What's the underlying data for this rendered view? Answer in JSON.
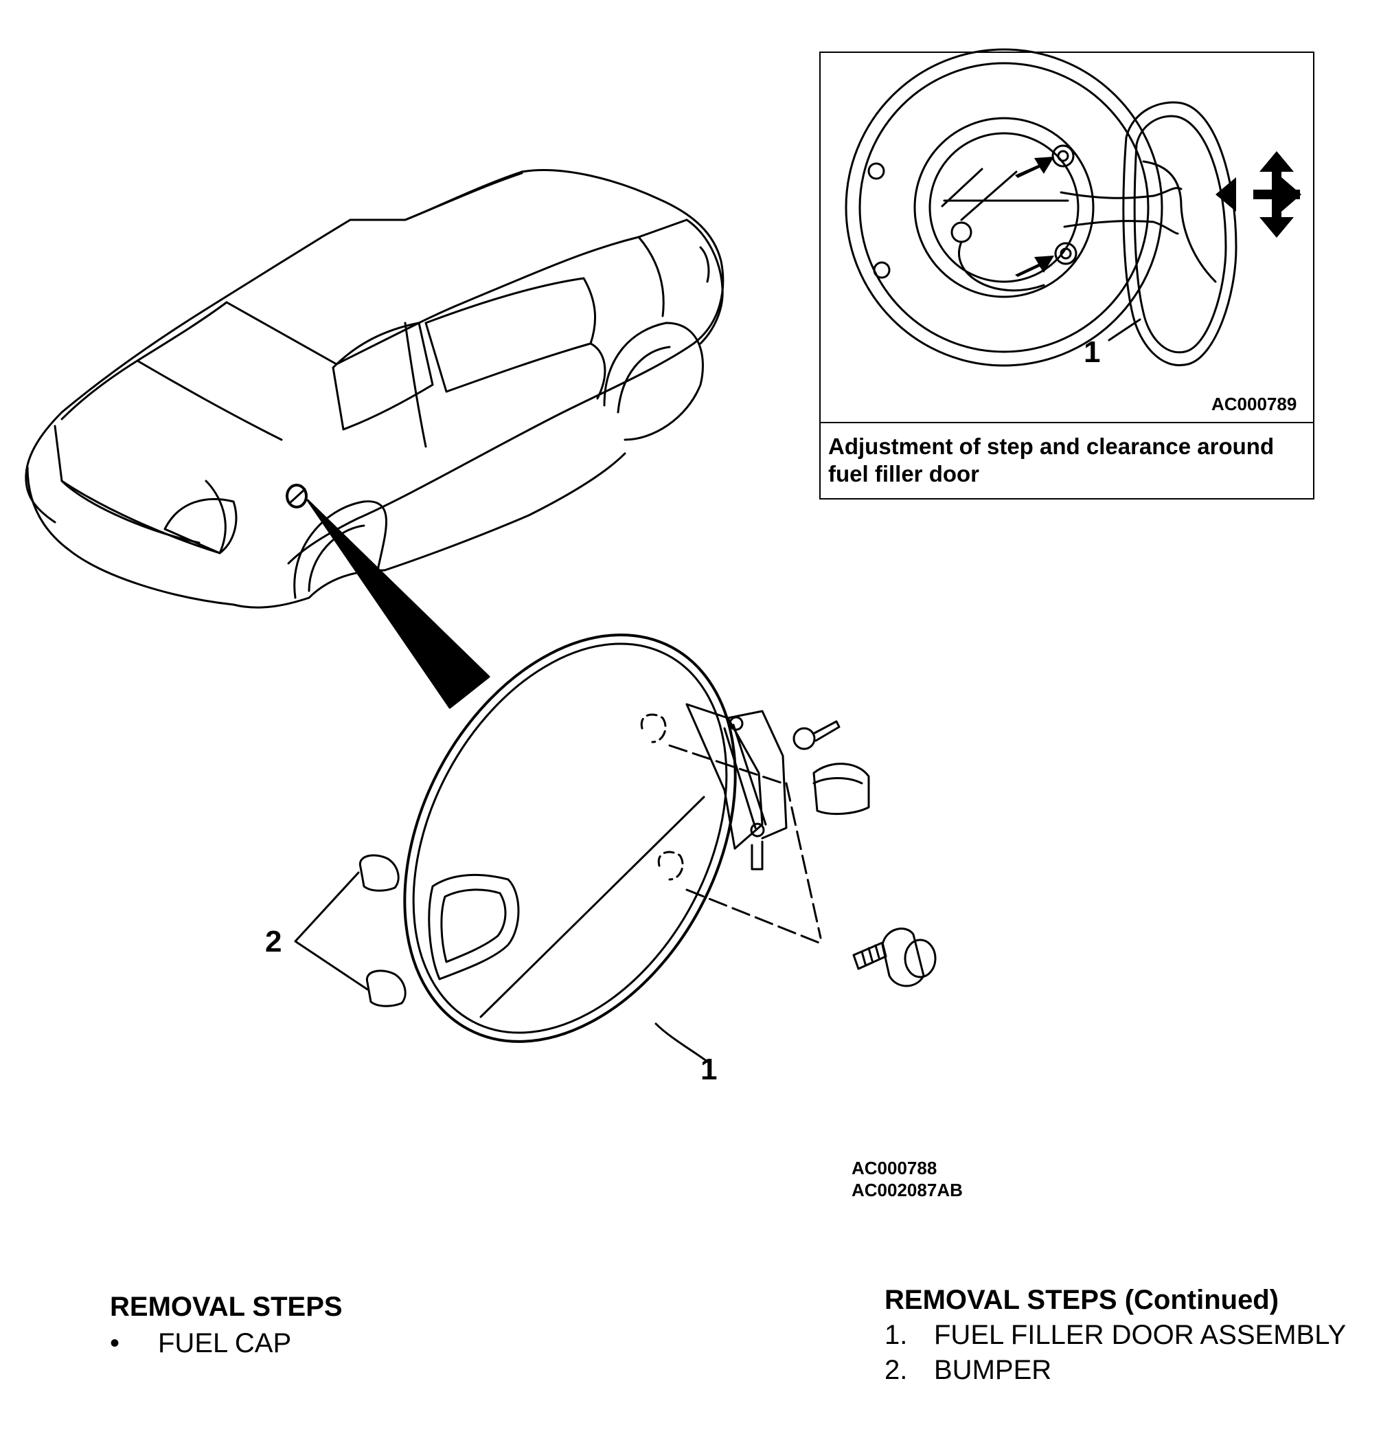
{
  "main_figure": {
    "callouts": [
      {
        "number": "1",
        "label": "FUEL FILLER DOOR ASSEMBLY"
      },
      {
        "number": "2",
        "label": "BUMPER"
      }
    ],
    "figure_codes": [
      "AC000788",
      "AC002087AB"
    ]
  },
  "inset": {
    "callout": "1",
    "figure_code": "AC000789",
    "caption": "Adjustment of step and clearance around fuel filler door"
  },
  "removal_steps": {
    "title": "REMOVAL STEPS",
    "items": [
      {
        "marker": "•",
        "label": "FUEL CAP"
      }
    ]
  },
  "removal_steps_continued": {
    "title": "REMOVAL STEPS (Continued)",
    "items": [
      {
        "marker": "1.",
        "label": "FUEL FILLER DOOR ASSEMBLY"
      },
      {
        "marker": "2.",
        "label": "BUMPER"
      }
    ]
  }
}
